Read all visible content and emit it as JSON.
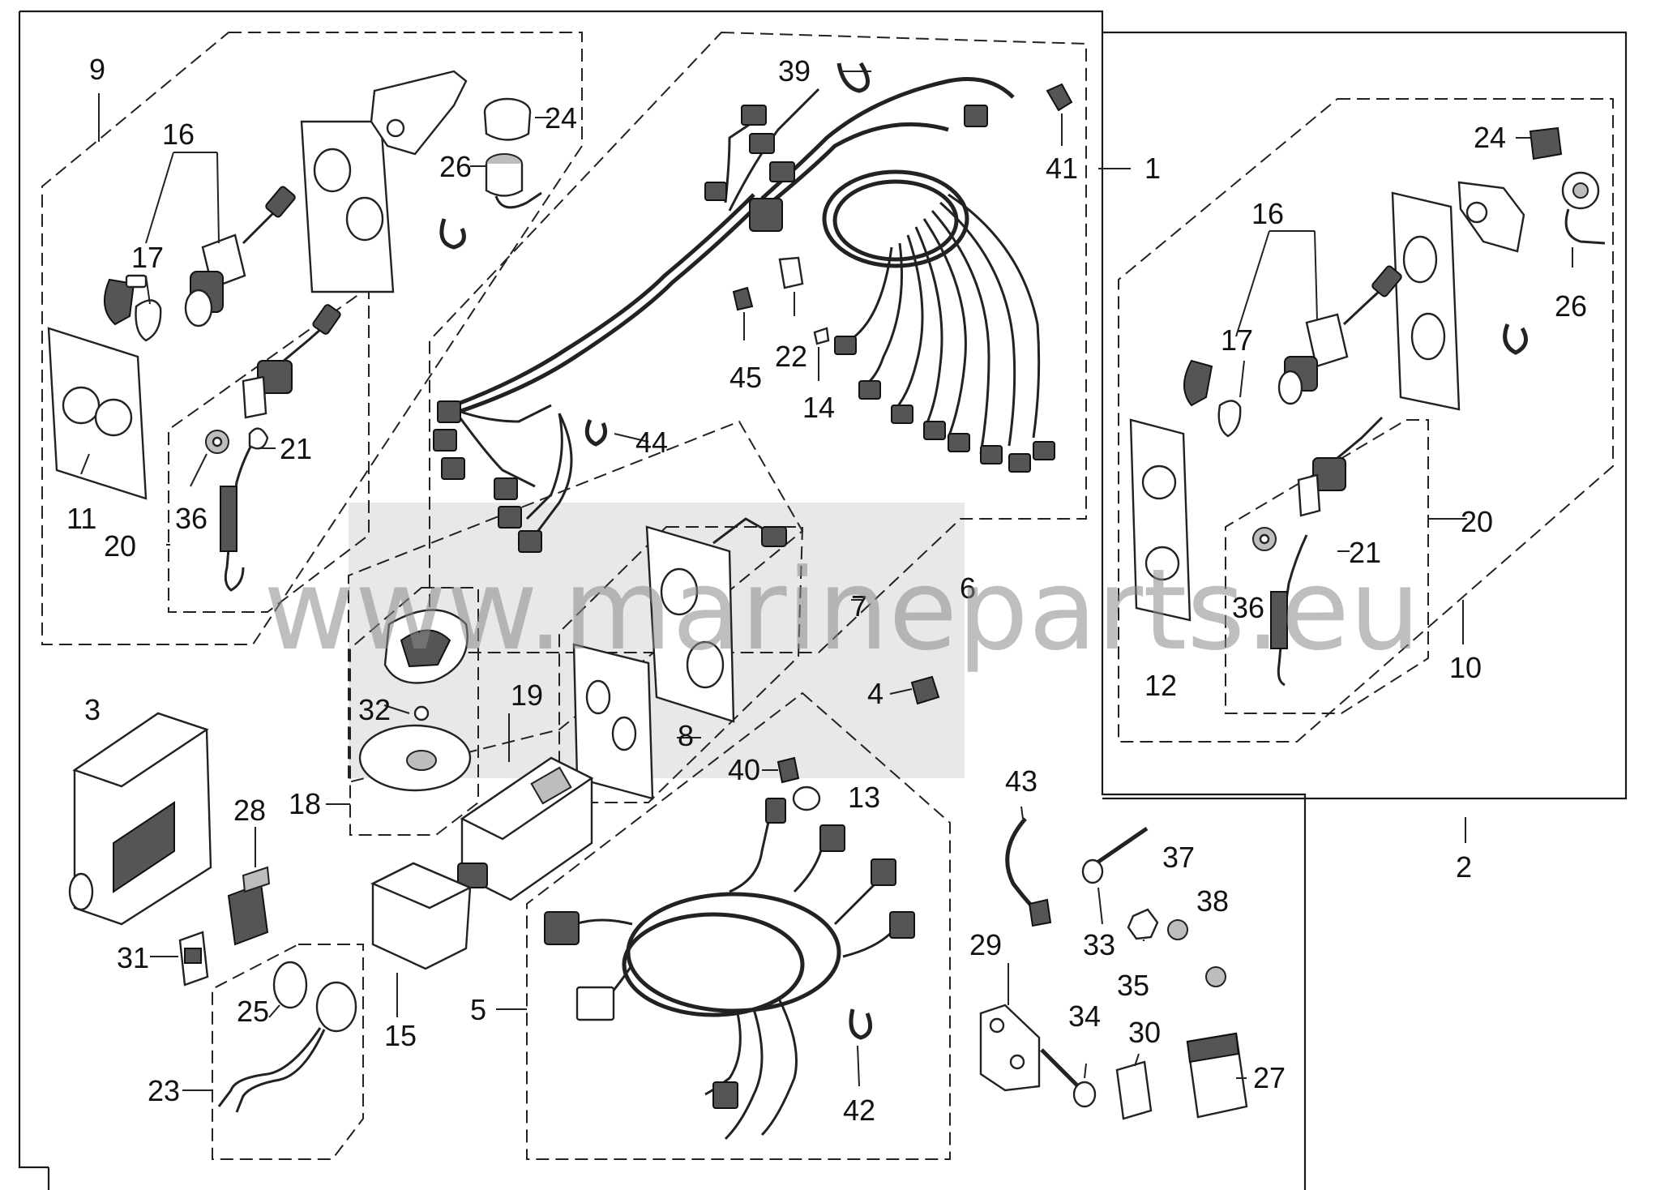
{
  "watermark": "www.marineparts.eu",
  "callouts": {
    "n1": "1",
    "n2": "2",
    "n3": "3",
    "n4": "4",
    "n5": "5",
    "n6": "6",
    "n7": "7",
    "n8": "8",
    "n9": "9",
    "n10": "10",
    "n11": "11",
    "n12": "12",
    "n13": "13",
    "n14": "14",
    "n15": "15",
    "n16a": "16",
    "n16b": "16",
    "n17a": "17",
    "n17b": "17",
    "n18": "18",
    "n19": "19",
    "n20a": "20",
    "n20b": "20",
    "n21a": "21",
    "n21b": "21",
    "n22": "22",
    "n23": "23",
    "n24a": "24",
    "n24b": "24",
    "n25": "25",
    "n26a": "26",
    "n26b": "26",
    "n27": "27",
    "n28": "28",
    "n29": "29",
    "n30": "30",
    "n31": "31",
    "n32": "32",
    "n33": "33",
    "n34": "34",
    "n35": "35",
    "n36a": "36",
    "n36b": "36",
    "n37": "37",
    "n38": "38",
    "n39": "39",
    "n40": "40",
    "n41": "41",
    "n42": "42",
    "n43": "43",
    "n44": "44",
    "n45": "45"
  }
}
